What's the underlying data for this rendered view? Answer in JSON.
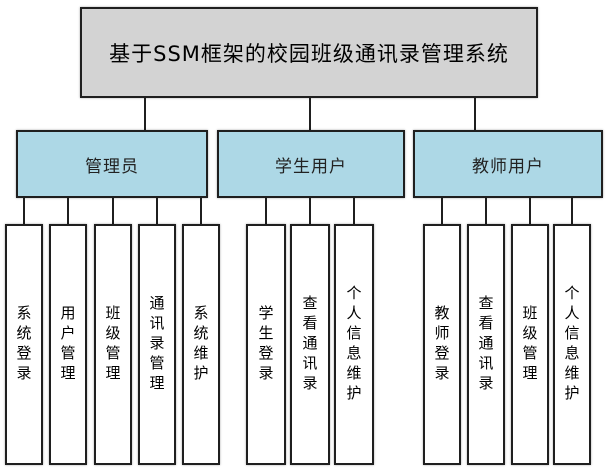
{
  "diagram": {
    "root": {
      "label": "基于SSM框架的校园班级通讯录管理系统"
    },
    "branches": [
      {
        "label": "管理员",
        "children": [
          "系统登录",
          "用户管理",
          "班级管理",
          "通讯录管理",
          "系统维护"
        ]
      },
      {
        "label": "学生用户",
        "children": [
          "学生登录",
          "查看通讯录",
          "个人信息维护"
        ]
      },
      {
        "label": "教师用户",
        "children": [
          "教师登录",
          "查看通讯录",
          "班级管理",
          "个人信息维护"
        ]
      }
    ],
    "colors": {
      "root_fill": "#d3d3d3",
      "branch_fill": "#add8e6",
      "leaf_fill": "#ffffff",
      "border": "#1f1f1f",
      "line": "#1f1f1f"
    }
  }
}
